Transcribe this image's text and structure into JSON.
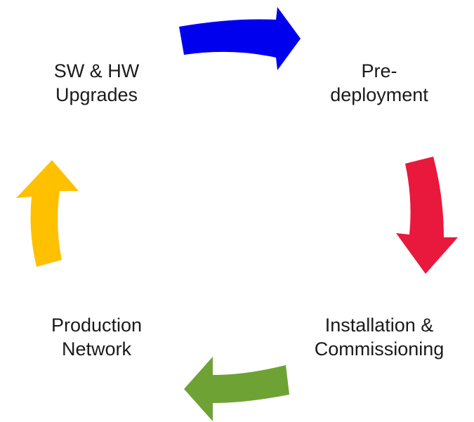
{
  "diagram": {
    "type": "cycle",
    "nodes": [
      {
        "id": "sw-hw-upgrades",
        "lines": [
          "SW & HW",
          "Upgrades"
        ]
      },
      {
        "id": "pre-deployment",
        "lines": [
          "Pre-",
          "deployment"
        ]
      },
      {
        "id": "installation-commissioning",
        "lines": [
          "Installation &",
          "Commissioning"
        ]
      },
      {
        "id": "production-network",
        "lines": [
          "Production",
          "Network"
        ]
      }
    ],
    "arrows": [
      {
        "from": "sw-hw-upgrades",
        "to": "pre-deployment",
        "color": "#0000ee",
        "icon": "arrow-right-icon"
      },
      {
        "from": "pre-deployment",
        "to": "installation-commissioning",
        "color": "#e8193c",
        "icon": "arrow-down-icon"
      },
      {
        "from": "installation-commissioning",
        "to": "production-network",
        "color": "#6fa234",
        "icon": "arrow-left-icon"
      },
      {
        "from": "production-network",
        "to": "sw-hw-upgrades",
        "color": "#ffc000",
        "icon": "arrow-up-icon"
      }
    ]
  }
}
